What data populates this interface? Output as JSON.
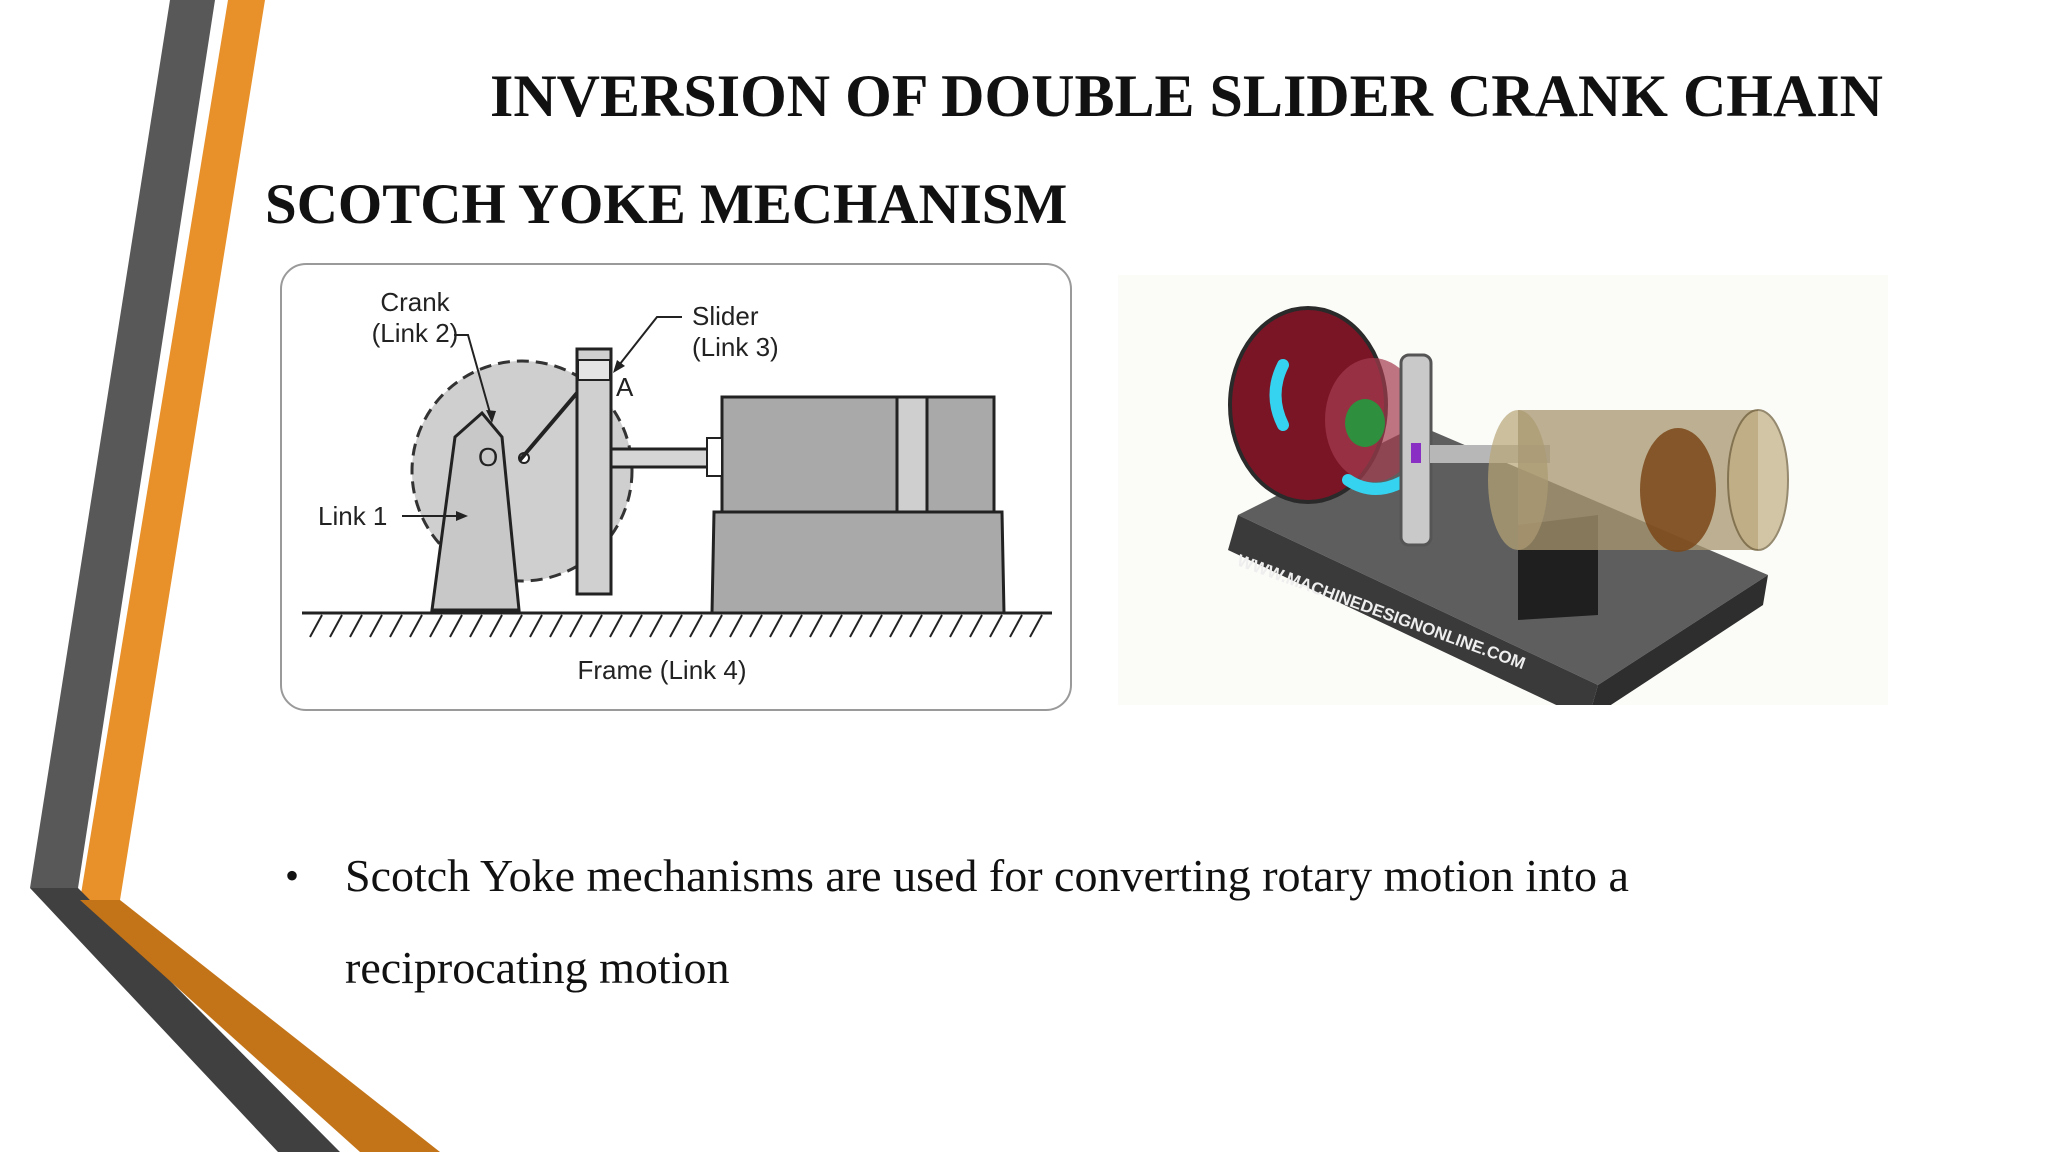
{
  "slide": {
    "title": "INVERSION OF DOUBLE SLIDER CRANK CHAIN",
    "subtitle": "SCOTCH YOKE MECHANISM",
    "accent_color": "#e8902a",
    "dark_stripe_color": "#585858"
  },
  "diagram": {
    "labels": {
      "crank_line1": "Crank",
      "crank_line2": "(Link 2)",
      "slider_line1": "Slider",
      "slider_line2": "(Link 3)",
      "point_a": "A",
      "point_o": "O",
      "link1": "Link 1",
      "frame": "Frame (Link 4)"
    }
  },
  "render": {
    "watermark": "WWW.MACHINEDESIGNONLINE.COM"
  },
  "bullets": [
    {
      "line1": "Scotch Yoke mechanisms are used for converting rotary motion into a",
      "line2": "reciprocating motion"
    }
  ]
}
